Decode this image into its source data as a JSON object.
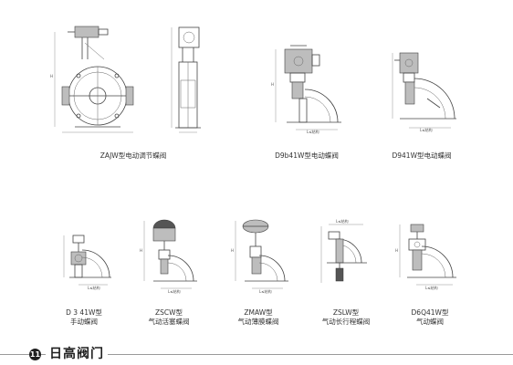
{
  "figures": [
    {
      "id": "zajw",
      "caption_lines": [
        "ZAJW型电动调节蝶阀"
      ]
    },
    {
      "id": "d9b41w",
      "caption_lines": [
        "D9b41W型电动蝶阀"
      ]
    },
    {
      "id": "d941w",
      "caption_lines": [
        "D941W型电动蝶阀"
      ]
    },
    {
      "id": "d341w",
      "caption_lines": [
        "D 3 41W型",
        "手动蝶阀"
      ]
    },
    {
      "id": "zscw",
      "caption_lines": [
        "ZSCW型",
        "气动活塞蝶阀"
      ]
    },
    {
      "id": "zmaw",
      "caption_lines": [
        "ZMAW型",
        "气动薄膜蝶阀"
      ]
    },
    {
      "id": "zslw",
      "caption_lines": [
        "ZSLW型",
        "气动长行程蝶阀"
      ]
    },
    {
      "id": "d6q41w",
      "caption_lines": [
        "D6Q41W型",
        "气动蝶阀"
      ]
    }
  ],
  "dim_labels": {
    "length": "L",
    "height": "H",
    "length_note": "L≤结构"
  },
  "footer": {
    "page_number": "11",
    "brand": "日高阀门"
  }
}
